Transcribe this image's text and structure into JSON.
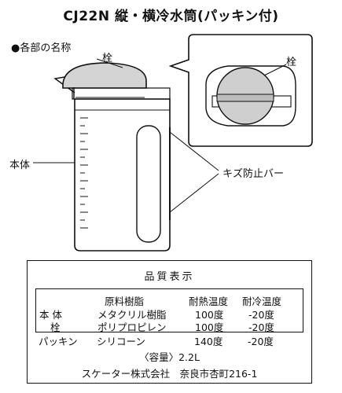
{
  "title": "CJ22N 縦・横冷水筒(パッキン付)",
  "section_label": "●各部の名称",
  "labels": {
    "lid": "栓",
    "lid_zoom": "栓",
    "body": "本体",
    "scratch_bar": "キズ防止バー"
  },
  "quality": {
    "title": "品質表示",
    "headers": [
      "原料樹脂",
      "耐熱温度",
      "耐冷温度"
    ],
    "rows": [
      {
        "part": "本 体",
        "material": "メタクリル樹脂",
        "heat": "100度",
        "cold": "-20度"
      },
      {
        "part": "栓",
        "material": "ポリプロピレン",
        "heat": "100度",
        "cold": "-20度"
      },
      {
        "part": "パッキン",
        "material": "シリコーン",
        "heat": "140度",
        "cold": "-20度"
      }
    ],
    "capacity": "〈容量〉2.2L",
    "maker": "スケーター株式会社　奈良市杏町216-1"
  }
}
